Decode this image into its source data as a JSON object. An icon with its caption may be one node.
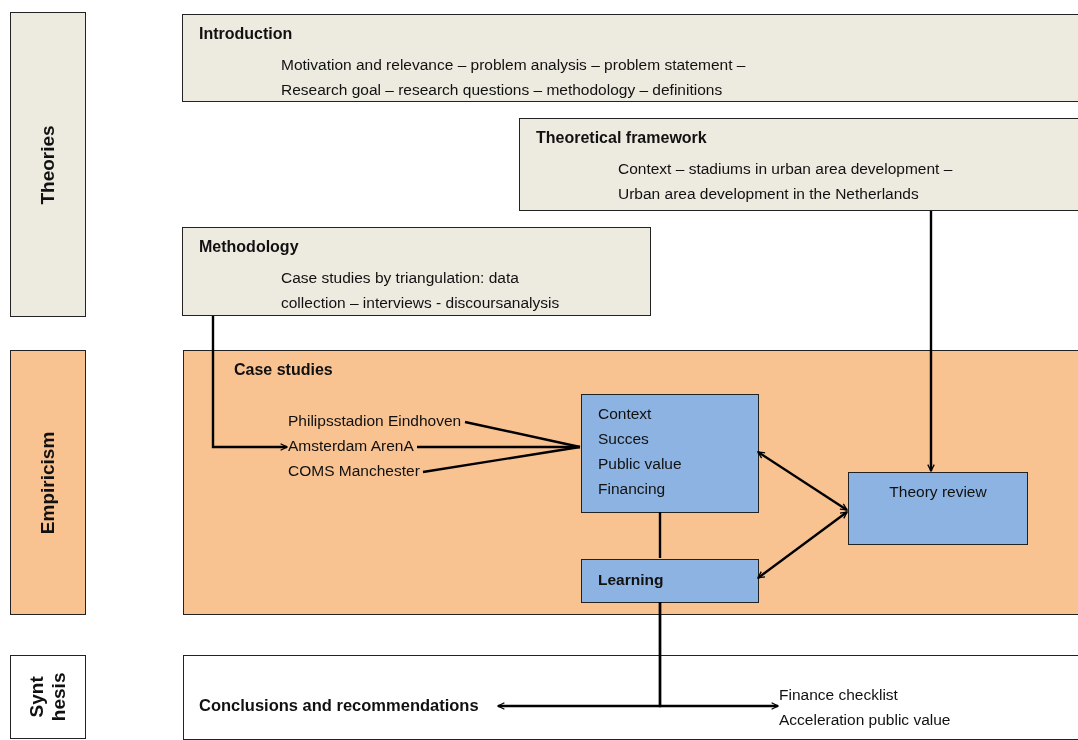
{
  "diagram": {
    "nodes": [
      {
        "text": [
          "Theories"
        ]
      },
      {
        "text": [
          "Empiricism"
        ]
      },
      {
        "text": [
          "Synt hesis"
        ]
      },
      {
        "text": [
          "Introduction",
          "Motivation and relevance – problem analysis – problem statement – Research goal – research questions – methodology – definitions"
        ]
      },
      {
        "text": [
          "Theoretical framework",
          "Context – stadiums in urban area development – Urban area development in the Netherlands"
        ]
      },
      {
        "text": [
          "Methodology",
          "Case studies by triangulation: data collection – interviews - discoursanalysis"
        ]
      },
      {
        "text": [
          "Case studies"
        ]
      },
      {
        "text": [
          "Philipsstadion Eindhoven"
        ],
        "in": 6
      },
      {
        "text": [
          "Amsterdam ArenA"
        ],
        "in": 6
      },
      {
        "text": [
          "COMS Manchester"
        ],
        "in": 6
      },
      {
        "text": [
          "Context",
          "Succes",
          "Public value",
          "Financing"
        ],
        "in": 6
      },
      {
        "text": [
          "Learning"
        ],
        "in": 6
      },
      {
        "text": [
          "Theory review"
        ],
        "in": 6
      },
      {
        "text": [],
        "shape": "box"
      },
      {
        "text": [
          "Conclusions and recommendations"
        ],
        "in": 13
      },
      {
        "text": [
          "Finance checklist",
          "Acceleration public value"
        ],
        "in": 13
      }
    ],
    "edges": [
      {
        "from": 5,
        "to": 8,
        "arrow": "to"
      },
      {
        "from": 7,
        "to": 10,
        "arrow": "none"
      },
      {
        "from": 8,
        "to": 10,
        "arrow": "none"
      },
      {
        "from": 9,
        "to": 10,
        "arrow": "none"
      },
      {
        "from": 4,
        "to": 12,
        "arrow": "to"
      },
      {
        "from": 10,
        "to": 12,
        "arrow": "both"
      },
      {
        "from": 11,
        "to": 12,
        "arrow": "both"
      },
      {
        "from": 10,
        "to": 11,
        "arrow": "none"
      },
      {
        "from": 11,
        "to": 14,
        "arrow": "to"
      },
      {
        "from": 11,
        "to": 15,
        "arrow": "to"
      }
    ]
  }
}
